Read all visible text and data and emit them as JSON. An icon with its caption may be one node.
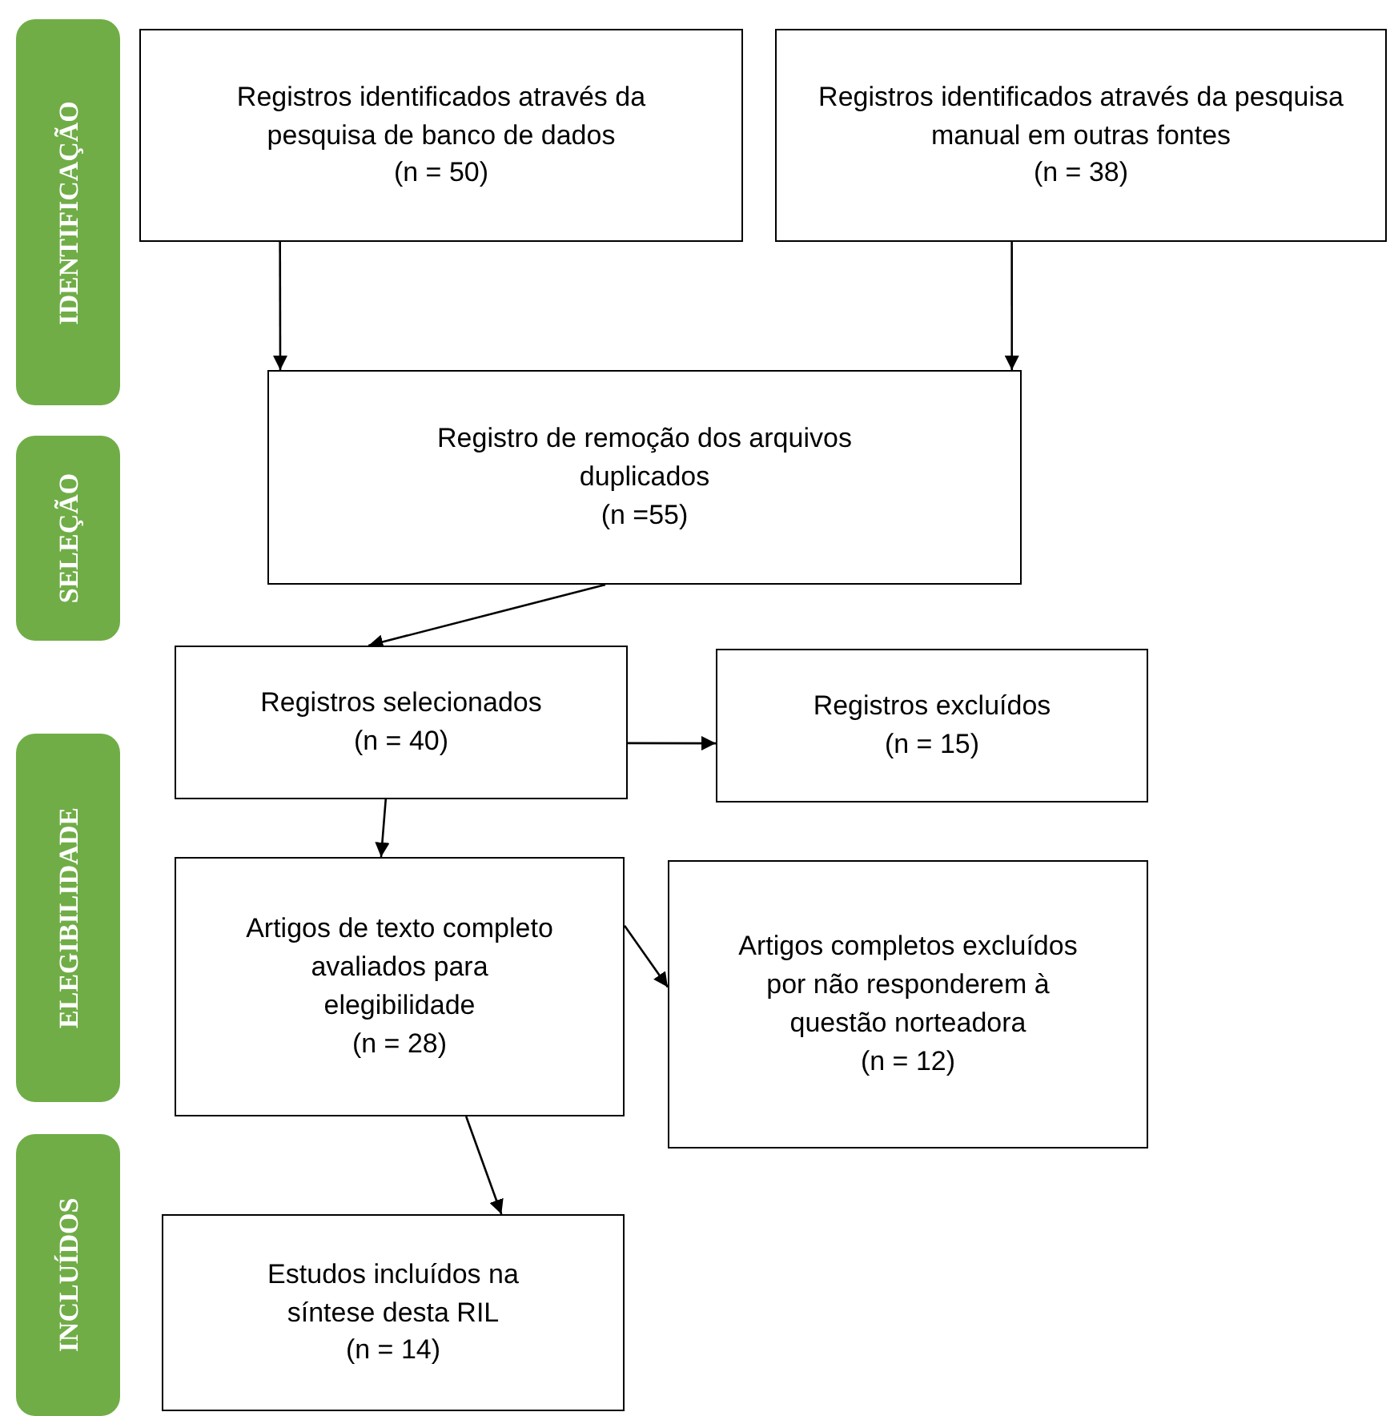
{
  "diagram": {
    "nodes": [
      {
        "text": [
          "IDENTIFICAÇÃO"
        ]
      },
      {
        "text": [
          "SELEÇÃO"
        ]
      },
      {
        "text": [
          "ELEGIBILIDADE"
        ]
      },
      {
        "text": [
          "INCLUÍDOS"
        ]
      },
      {
        "text": [
          "Registros identificados através da pesquisa de banco de dados",
          "(n = 50)"
        ]
      },
      {
        "text": [
          "Registros identificados através da pesquisa manual em outras fontes",
          "(n = 38)"
        ]
      },
      {
        "text": [
          "Registro de remoção dos arquivos duplicados",
          "(n =55)"
        ]
      },
      {
        "text": [
          "Registros selecionados",
          "(n = 40)"
        ]
      },
      {
        "text": [
          "Registros excluídos",
          "(n = 15)"
        ]
      },
      {
        "text": [
          "Artigos de texto completo avaliados para elegibilidade",
          "(n = 28)"
        ]
      },
      {
        "text": [
          "Artigos completos excluídos por não responderem à questão norteadora",
          "(n = 12)"
        ]
      },
      {
        "text": [
          "Estudos incluídos na síntese desta RIL",
          "(n = 14)"
        ]
      }
    ],
    "edges": [
      {
        "from": 4,
        "to": 6,
        "arrow": "to"
      },
      {
        "from": 5,
        "to": 6,
        "arrow": "to"
      },
      {
        "from": 6,
        "to": 7,
        "arrow": "to"
      },
      {
        "from": 7,
        "to": 8,
        "arrow": "to"
      },
      {
        "from": 7,
        "to": 9,
        "arrow": "to"
      },
      {
        "from": 9,
        "to": 10,
        "arrow": "to"
      },
      {
        "from": 9,
        "to": 11,
        "arrow": "to"
      }
    ]
  }
}
